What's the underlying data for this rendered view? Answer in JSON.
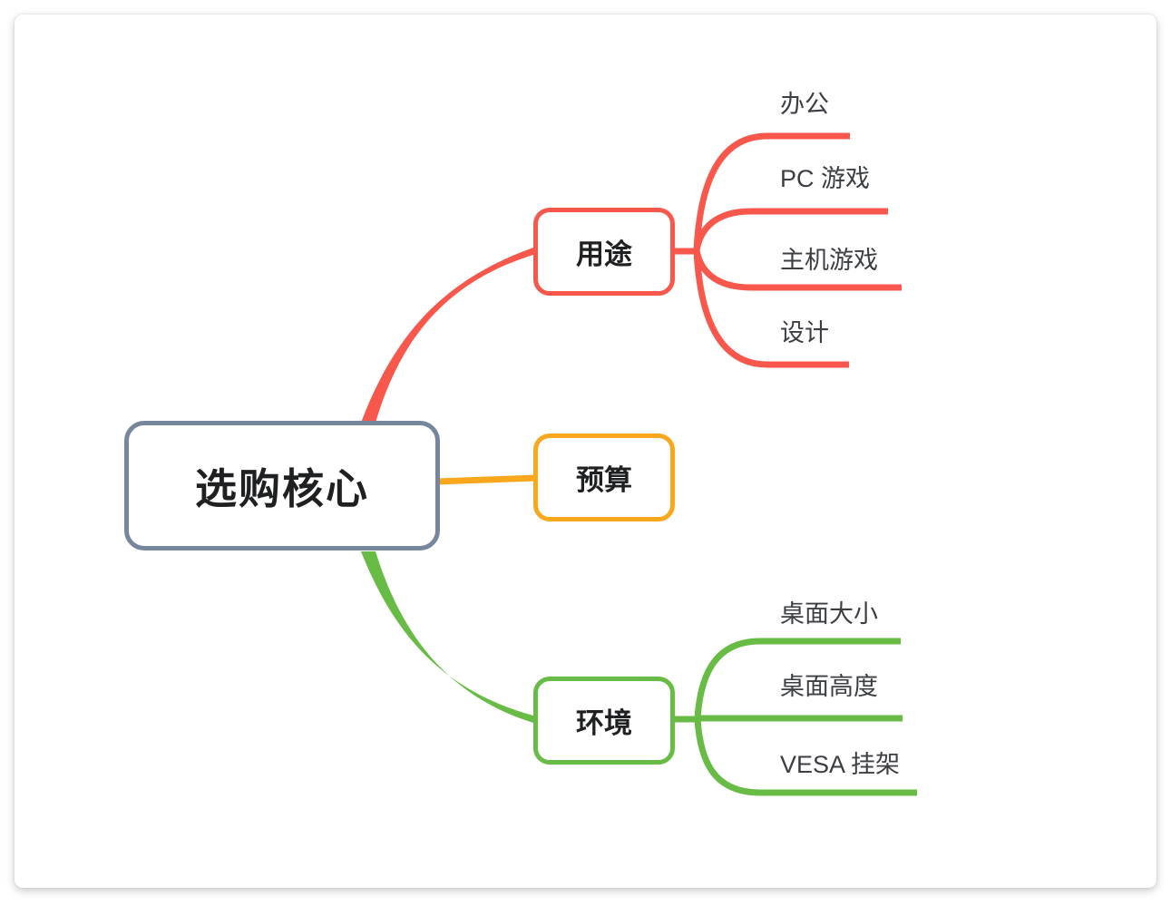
{
  "theme": {
    "color_usage": "#f8574c",
    "color_budget": "#f9a81d",
    "color_environment": "#68bc46",
    "color_root_border": "#76869c",
    "color_topic_text": "#1e2022",
    "color_subtopic_text": "#3b3e42",
    "canvas_bg": "#ffffff"
  },
  "mindmap": {
    "root": {
      "label": "选购核心"
    },
    "branches": [
      {
        "label": "用途",
        "color": "#f8574c",
        "children": [
          {
            "label": "办公"
          },
          {
            "label": "PC 游戏"
          },
          {
            "label": "主机游戏"
          },
          {
            "label": "设计"
          }
        ]
      },
      {
        "label": "预算",
        "color": "#f9a81d",
        "children": []
      },
      {
        "label": "环境",
        "color": "#68bc46",
        "children": [
          {
            "label": "桌面大小"
          },
          {
            "label": "桌面高度"
          },
          {
            "label": "VESA 挂架"
          }
        ]
      }
    ]
  }
}
